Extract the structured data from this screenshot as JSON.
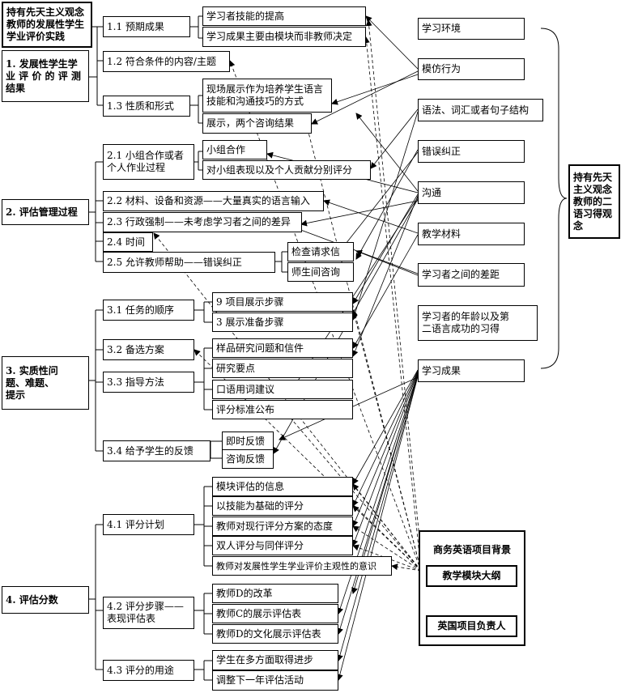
{
  "left": {
    "title": "持有先天主义观念\n教师的发展性学生\n学业评价实践",
    "n1": "1. 发展性学生学\n业 评 价 的 评 测\n结果",
    "n2": "2. 评估管理过程",
    "n3": "3. 实质性问\n题、难题、\n提示",
    "n4": "4. 评估分数"
  },
  "sub": {
    "s1_1": "1.1 预期成果",
    "s1_2": "1.2 符合条件的内容/主题",
    "s1_3": "1.3 性质和形式",
    "s2_1": "2.1 小组合作或者\n个人作业过程",
    "s2_2": "2.2 材料、设备和资源——大量真实的语言输入",
    "s2_3": "2.3 行政强制——未考虑学习者之间的差异",
    "s2_4": "2.4 时间",
    "s2_5": "2.5 允许教师帮助——错误纠正",
    "s3_1": "3.1 任务的顺序",
    "s3_2": "3.2 备选方案",
    "s3_3": "3.3 指导方法",
    "s3_4": "3.4 给予学生的反馈",
    "s4_1": "4.1 评分计划",
    "s4_2": "4.2 评分步骤——\n表现评估表",
    "s4_3": "4.3 评分的用途"
  },
  "leaf": {
    "l1_1a": "学习者技能的提高",
    "l1_1b": "学习成果主要由模块而非教师决定",
    "l1_3a": "现场展示作为培养学生语言\n技能和沟通技巧的方式",
    "l1_3b": "展示，两个咨询结果",
    "l2_1a": "小组合作",
    "l2_1b": "对小组表现以及个人贡献分别评分",
    "l2_5a": "检查请求信",
    "l2_5b": "师生间咨询",
    "l3_1a": "9 项目展示步骤",
    "l3_1b": "3 展示准备步骤",
    "l3_3a": "样品研究问题和信件",
    "l3_3b": "研究要点",
    "l3_3c": "口语用词建议",
    "l3_3d": "评分标准公布",
    "l3_4a": "即时反馈",
    "l3_4b": "咨询反馈",
    "l4_1a": "模块评估的信息",
    "l4_1b": "以技能为基础的评分",
    "l4_1c": "教师对现行评分方案的态度",
    "l4_1d": "双人评分与同伴评分",
    "l4_1e": "教师对发展性学生学业评价主观性的意识",
    "l4_2a": "教师D的改革",
    "l4_2b": "教师C的展示评估表",
    "l4_2c": "教师D的文化展示评估表",
    "l4_3a": "学生在多方面取得进步",
    "l4_3b": "调整下一年评估活动"
  },
  "beliefs": [
    "学习环境",
    "模仿行为",
    "语法、词汇或者句子结构",
    "错误纠正",
    "沟通",
    "教学材料",
    "学习者之间的差距",
    "学习者的年龄以及第\n二语言成功的习得",
    "学习成果"
  ],
  "brace_label": "持有先天\n主义观念\n教师的二\n语习得观\n念",
  "background": {
    "title": "商务英语项目背景",
    "b1": "教学模块大纲",
    "b2": "英国项目负责人"
  }
}
